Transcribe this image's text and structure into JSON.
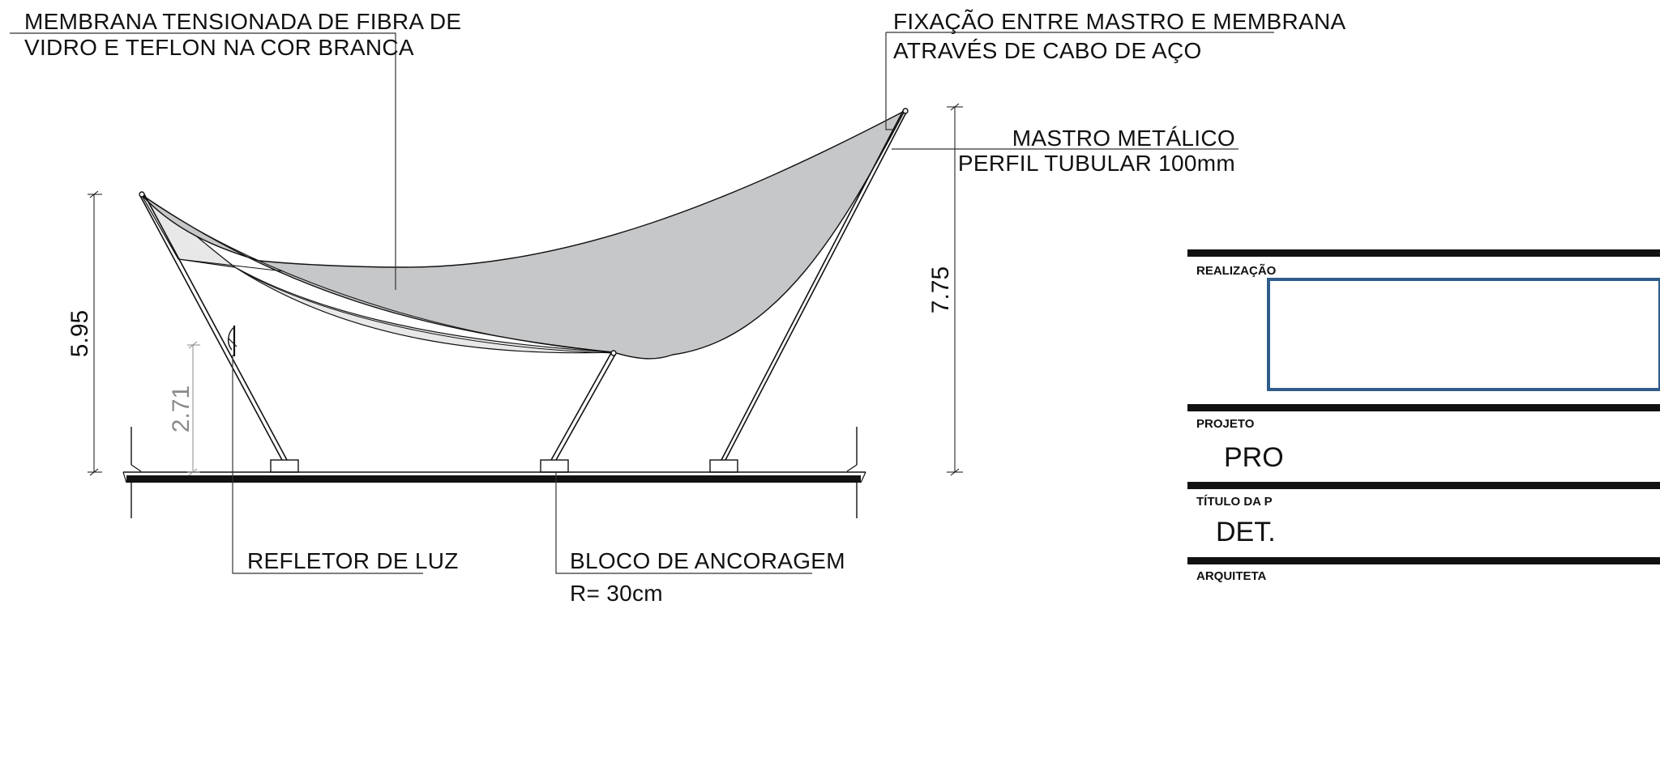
{
  "callouts": {
    "membrane_line1": "MEMBRANA TENSIONADA DE FIBRA DE",
    "membrane_line2": "VIDRO E TEFLON NA COR BRANCA",
    "fixation_line1": "FIXAÇÃO ENTRE MASTRO E MEMBRANA",
    "fixation_line2": "ATRAVÉS DE CABO DE AÇO",
    "mast_line1": "MASTRO METÁLICO",
    "mast_line2": "PERFIL TUBULAR 100mm",
    "reflector": "REFLETOR DE LUZ",
    "anchor_line1": "BLOCO DE ANCORAGEM",
    "anchor_line2": "R= 30cm"
  },
  "dimensions": {
    "left_height": "5.95",
    "right_height": "7.75",
    "reflector_height": "2.71"
  },
  "title_block": {
    "realizacao_label": "REALIZAÇÃO",
    "projeto_label": "PROJETO",
    "projeto_value": "PRO",
    "titulo_label": "TÍTULO DA P",
    "titulo_value": "DET.",
    "arquiteta_label": "ARQUITETA",
    "accent_color": "#2f5c8a"
  },
  "colors": {
    "membrane_fill": "#c6c7c9",
    "membrane_light": "#e6e6e6",
    "line": "#111111",
    "dimension_grey": "#8a8a8a"
  }
}
